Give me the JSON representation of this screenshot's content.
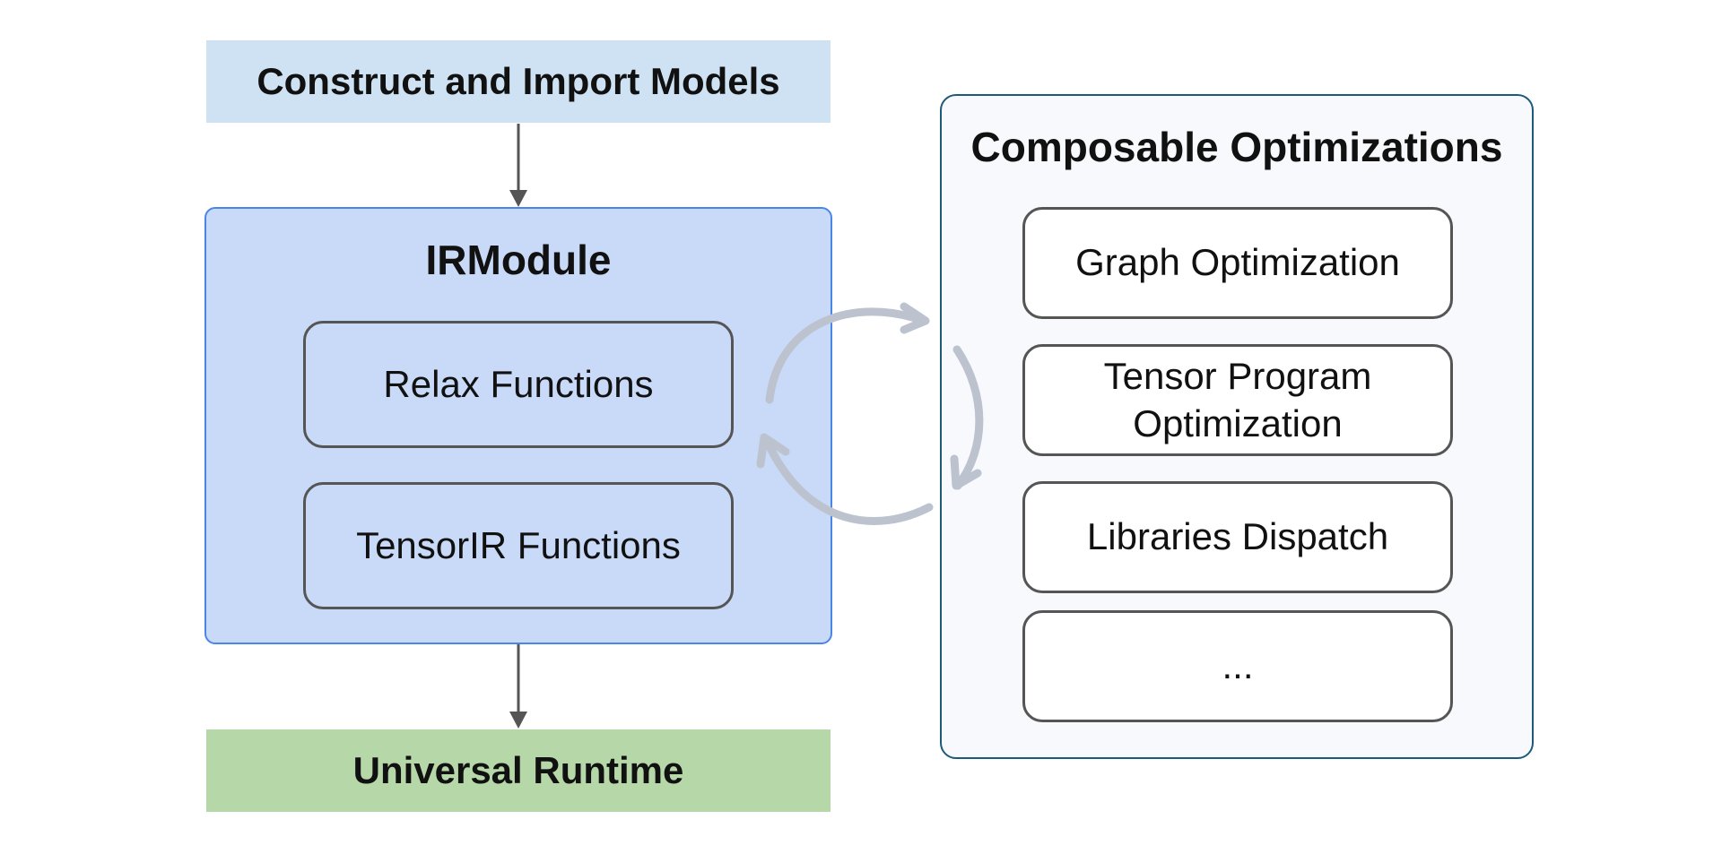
{
  "diagram": {
    "import_box": {
      "label": "Construct and Import Models"
    },
    "irmodule": {
      "title": "IRModule",
      "functions": [
        "Relax Functions",
        "TensorIR Functions"
      ]
    },
    "runtime_box": {
      "label": "Universal Runtime"
    },
    "optimizations": {
      "title": "Composable Optimizations",
      "items": [
        "Graph Optimization",
        "Tensor Program Optimization",
        "Libraries Dispatch",
        "..."
      ]
    }
  },
  "colors": {
    "import_fill": "#cfe2f3",
    "irmodule_fill": "#c9daf8",
    "irmodule_border": "#4a86e8",
    "runtime_fill": "#b6d7a8",
    "optim_border": "#1c5a78",
    "optim_fill": "#f7f9fc",
    "cycle_arrow": "#bcc3cf",
    "flow_arrow": "#555555"
  }
}
